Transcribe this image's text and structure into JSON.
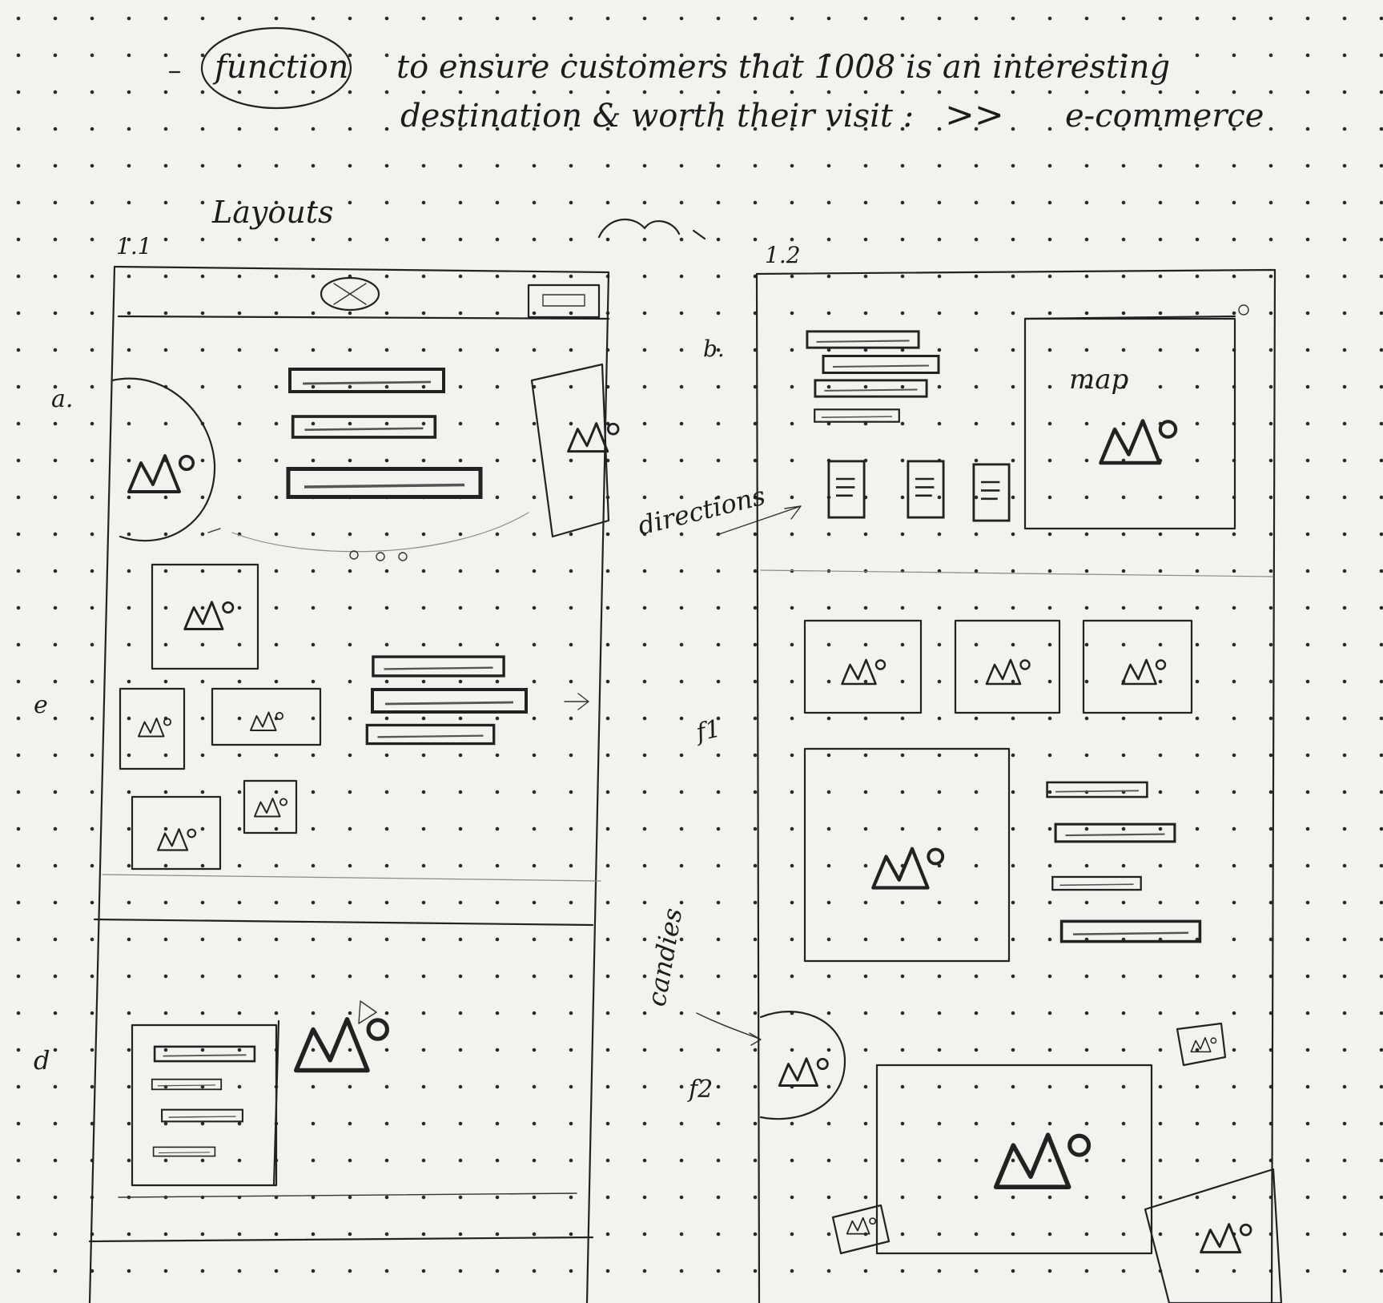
{
  "heading": {
    "function_word": "function",
    "line1": "to ensure customers that 1008 is an interesting",
    "line2": "destination & worth their visit :",
    "arrow_symbol": ">>",
    "line2_end": "e-commerce"
  },
  "layouts_label": "Layouts",
  "panels": [
    {
      "number": "1.1"
    },
    {
      "number": "1.2"
    }
  ],
  "section_labels": {
    "a": "a.",
    "b": "b.",
    "d": "d",
    "e": "e",
    "f1": "f1",
    "f2": "f2"
  },
  "annotations": {
    "map": "map",
    "directions": "directions",
    "candies": "candies"
  },
  "placeholder_icon": "image-placeholder-icon"
}
